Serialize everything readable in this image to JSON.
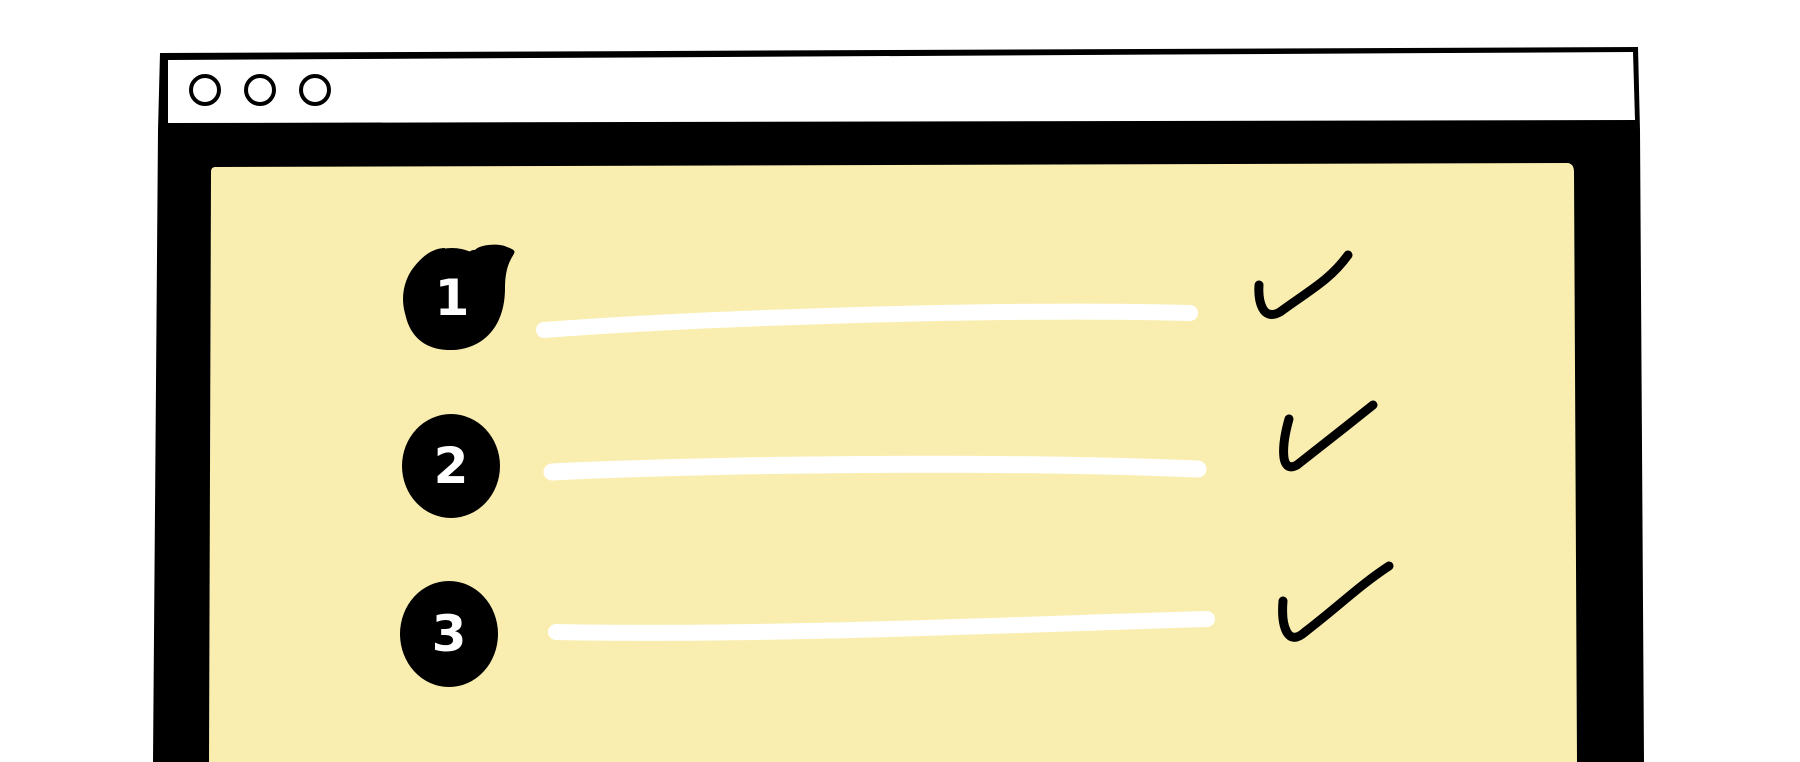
{
  "window": {
    "controls": [
      {
        "name": "window-control-1"
      },
      {
        "name": "window-control-2"
      },
      {
        "name": "window-control-3"
      }
    ]
  },
  "checklist": {
    "items": [
      {
        "number": "1",
        "checked": true
      },
      {
        "number": "2",
        "checked": true
      },
      {
        "number": "3",
        "checked": true
      }
    ]
  },
  "colors": {
    "background": "#ffffff",
    "frame": "#000000",
    "panel": "#f9eeb0",
    "badge": "#000000",
    "badge_text": "#ffffff",
    "line": "#ffffff",
    "check": "#000000"
  }
}
